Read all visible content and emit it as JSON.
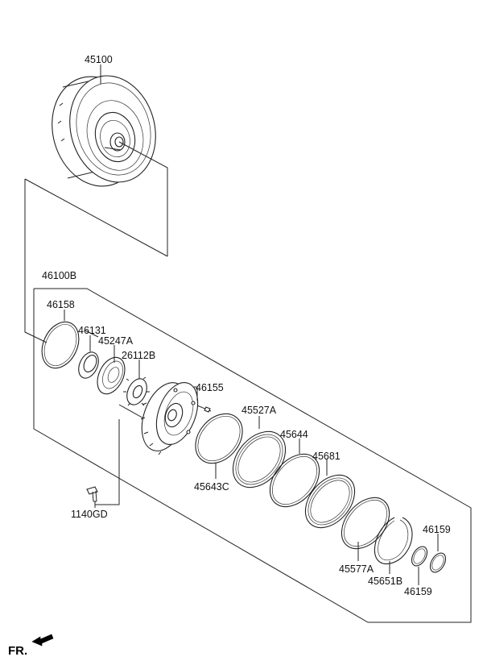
{
  "labels": {
    "p45100": "45100",
    "p46100B": "46100B",
    "p46158": "46158",
    "p46131": "46131",
    "p45247A": "45247A",
    "p26112B": "26112B",
    "p46155": "46155",
    "p45527A": "45527A",
    "p45644": "45644",
    "p45681": "45681",
    "p45643C": "45643C",
    "p1140GD": "1140GD",
    "p46159_top": "46159",
    "p46159_bottom": "46159",
    "p45577A": "45577A",
    "p45651B": "45651B"
  },
  "orientation": {
    "label": "FR.",
    "icon": "front-direction-arrow-icon"
  }
}
